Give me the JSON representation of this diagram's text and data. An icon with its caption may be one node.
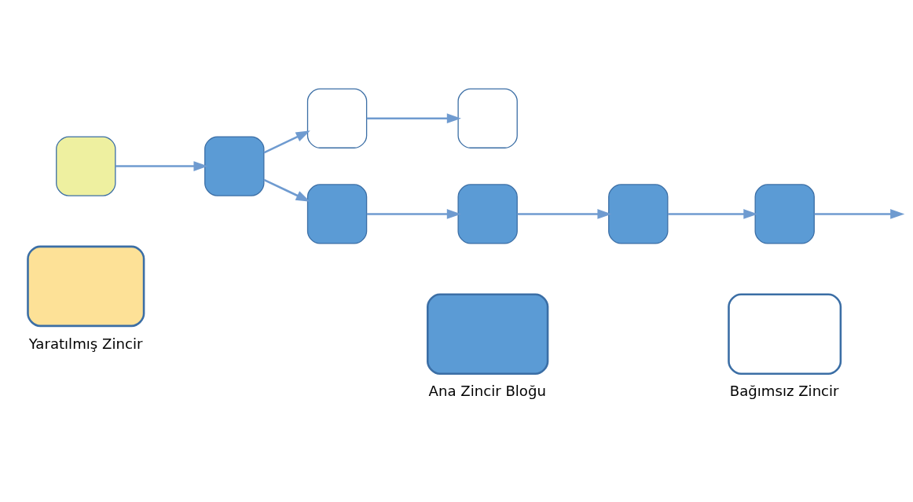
{
  "diagram": {
    "nodes": [
      {
        "text": [],
        "shape": "box"
      },
      {
        "text": [],
        "shape": "box"
      },
      {
        "text": [],
        "shape": "box"
      },
      {
        "text": [],
        "shape": "box"
      },
      {
        "text": [],
        "shape": "box"
      },
      {
        "text": [],
        "shape": "box"
      },
      {
        "text": [],
        "shape": "box"
      },
      {
        "text": [],
        "shape": "box"
      }
    ],
    "edges": [
      {
        "from": 0,
        "to": 1,
        "arrow": "to"
      },
      {
        "from": 1,
        "to": 2,
        "arrow": "to"
      },
      {
        "from": 1,
        "to": 4,
        "arrow": "to"
      },
      {
        "from": 2,
        "to": 3,
        "arrow": "to"
      },
      {
        "from": 4,
        "to": 5,
        "arrow": "to"
      },
      {
        "from": 5,
        "to": 6,
        "arrow": "to"
      },
      {
        "from": 6,
        "to": 7,
        "arrow": "to"
      },
      {
        "from": 7,
        "to": null,
        "arrow": "to"
      }
    ],
    "legend": [
      {
        "text": "Yaratılmış Zincir",
        "color": "#fde197"
      },
      {
        "text": "Ana Zincir Bloğu",
        "color": "#5b9bd5"
      },
      {
        "text": "Bağımsız Zincir",
        "color": "#ffffff"
      }
    ]
  }
}
